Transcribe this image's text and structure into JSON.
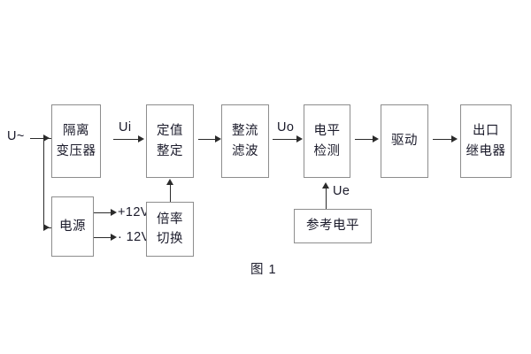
{
  "figure": {
    "caption": "图 1",
    "background_color": "#ffffff",
    "box_border_color": "#8d8d8d",
    "line_color": "#2b2b2b",
    "text_color": "#1b1b2b"
  },
  "blocks": [
    {
      "id": "isolation-transformer",
      "line1": "隔离",
      "line2": "变压器"
    },
    {
      "id": "setpoint-setting",
      "line1": "定值",
      "line2": "整定"
    },
    {
      "id": "rectifier-filter",
      "line1": "整流",
      "line2": "滤波"
    },
    {
      "id": "level-detection",
      "line1": "电平",
      "line2": "检测"
    },
    {
      "id": "drive",
      "line1": "驱动",
      "line2": ""
    },
    {
      "id": "output-relay",
      "line1": "出口",
      "line2": "继电器"
    },
    {
      "id": "power-supply",
      "line1": "电源",
      "line2": ""
    },
    {
      "id": "multiplier-switch",
      "line1": "倍率",
      "line2": "切换"
    },
    {
      "id": "reference-level",
      "line1": "参考电平",
      "line2": ""
    }
  ],
  "labels": {
    "input_source": "U~",
    "signal_ui": "Ui",
    "signal_uo": "Uo",
    "signal_ue": "Ue",
    "rail_positive": "+12V",
    "rail_negative": "· 12V"
  }
}
